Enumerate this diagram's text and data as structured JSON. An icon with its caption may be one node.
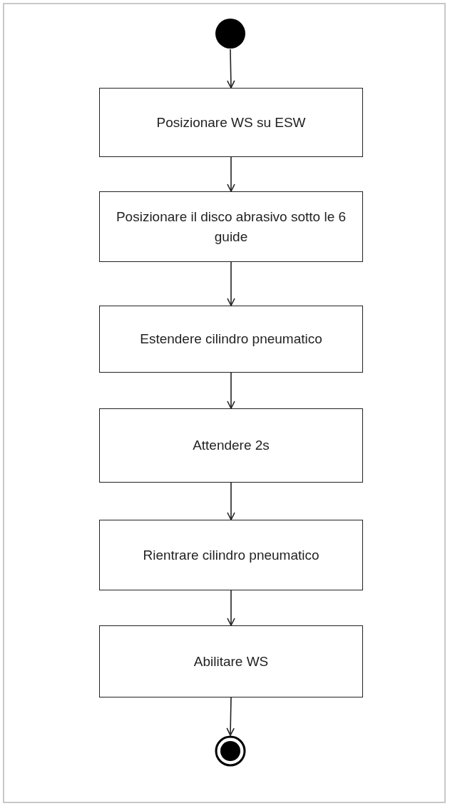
{
  "diagram": {
    "nodes": [
      {
        "text": [],
        "shape": "circle"
      },
      {
        "text": [
          "Posizionare WS su ESW"
        ]
      },
      {
        "text": [
          "Posizionare il disco abrasivo sotto le 6 guide"
        ]
      },
      {
        "text": [
          "Estendere cilindro pneumatico"
        ]
      },
      {
        "text": [
          "Attendere 2s"
        ]
      },
      {
        "text": [
          "Rientrare cilindro pneumatico"
        ]
      },
      {
        "text": [
          "Abilitare WS"
        ]
      },
      {
        "text": [],
        "shape": "bullseye"
      }
    ],
    "edges": [
      {
        "from": 0,
        "to": 1,
        "arrow": "to"
      },
      {
        "from": 1,
        "to": 2,
        "arrow": "to"
      },
      {
        "from": 2,
        "to": 3,
        "arrow": "to"
      },
      {
        "from": 3,
        "to": 4,
        "arrow": "to"
      },
      {
        "from": 4,
        "to": 5,
        "arrow": "to"
      },
      {
        "from": 5,
        "to": 6,
        "arrow": "to"
      },
      {
        "from": 6,
        "to": 7,
        "arrow": "to"
      }
    ]
  }
}
